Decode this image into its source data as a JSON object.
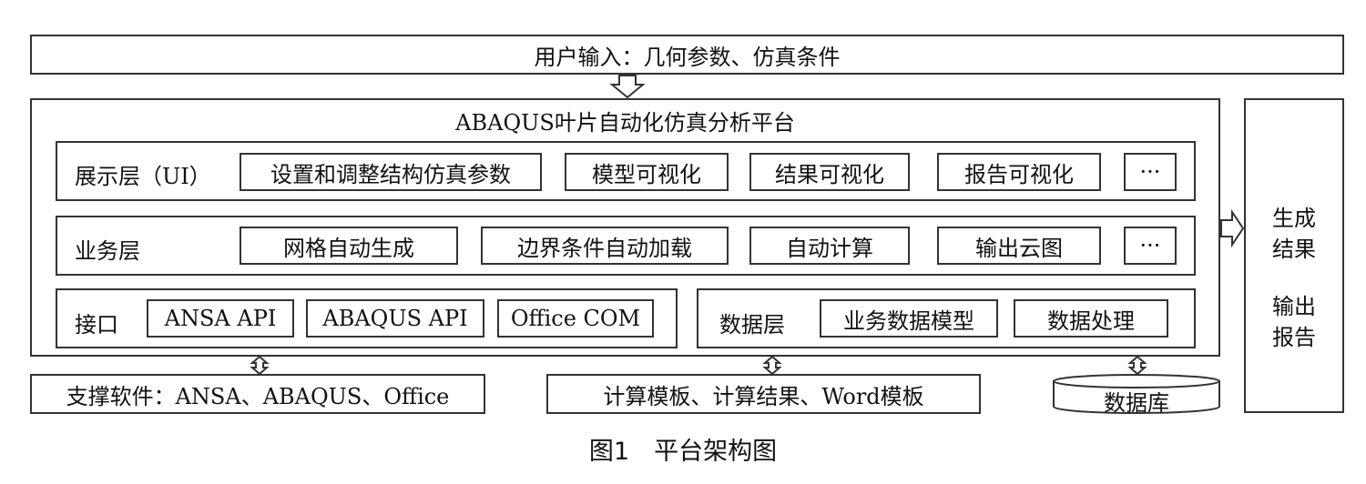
{
  "user_input": "用户输入：几何参数、仿真条件",
  "platform": {
    "title": "ABAQUS叶片自动化仿真分析平台",
    "ui_layer": {
      "label": "展示层（UI）",
      "items": [
        "设置和调整结构仿真参数",
        "模型可视化",
        "结果可视化",
        "报告可视化",
        "···"
      ]
    },
    "business_layer": {
      "label": "业务层",
      "items": [
        "网格自动生成",
        "边界条件自动加载",
        "自动计算",
        "输出云图",
        "···"
      ]
    },
    "interface": {
      "label": "接口",
      "items": [
        "ANSA API",
        "ABAQUS API",
        "Office COM"
      ]
    },
    "data_layer": {
      "label": "数据层",
      "items": [
        "业务数据模型",
        "数据处理"
      ]
    }
  },
  "output": {
    "line1": "生成",
    "line2": "结果",
    "line3": "输出",
    "line4": "报告"
  },
  "support_software": "支撑软件：ANSA、ABAQUS、Office",
  "templates": "计算模板、计算结果、Word模板",
  "database": "数据库",
  "caption": "图1　平台架构图"
}
